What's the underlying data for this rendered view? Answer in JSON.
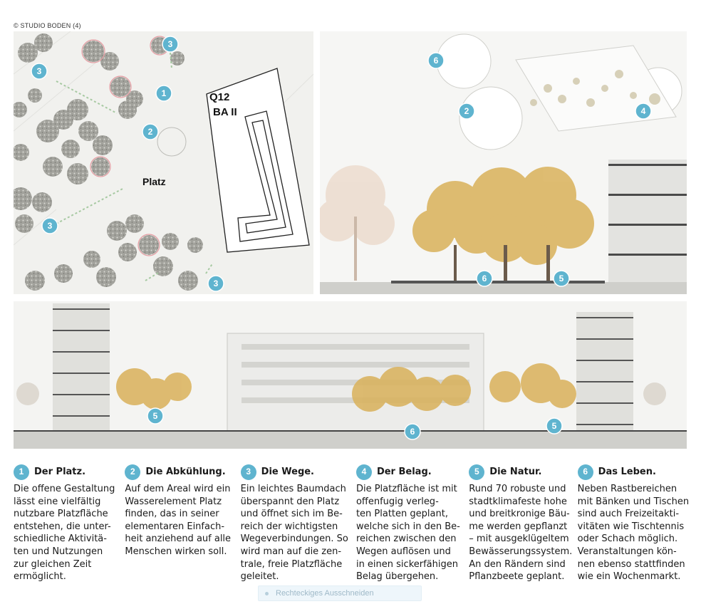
{
  "credit": "© STUDIO BODEN (4)",
  "plan": {
    "building_label_1": "Q12",
    "building_label_2": "BA II",
    "square_label": "Platz",
    "markers": [
      "3",
      "3",
      "1",
      "2",
      "3",
      "3"
    ]
  },
  "elevation": {
    "markers": [
      "6",
      "2",
      "4",
      "6",
      "5"
    ]
  },
  "section": {
    "markers": [
      "5",
      "6",
      "5"
    ]
  },
  "colors": {
    "accent": "#5fb4cf",
    "tree_gold": "#d9b15a",
    "tree_grey": "#8a8a84"
  },
  "columns": [
    {
      "num": "1",
      "title": "Der Platz.",
      "body": "Die offene Gestaltung\nlässt eine vielfältig\nnutzbare Platzfläche\nentstehen, die unter-\nschiedliche Aktivitä-\nten und Nutzungen\nzur gleichen Zeit\nermöglicht."
    },
    {
      "num": "2",
      "title": "Die Abkühlung.",
      "body": "Auf dem Areal wird ein\nWasserelement Platz\nfinden, das in seiner\nelementaren Einfach-\nheit anziehend auf alle\nMenschen wirken soll."
    },
    {
      "num": "3",
      "title": "Die Wege.",
      "body": "Ein leichtes Baumdach\nüberspannt den Platz\nund öffnet sich im Be-\nreich der wichtigsten\nWegeverbindungen. So\nwird man auf die zen-\ntrale, freie Platzfläche\ngeleitet."
    },
    {
      "num": "4",
      "title": "Der Belag.",
      "body": "Die Platzfläche ist mit\noffenfugig verleg-\nten Platten geplant,\nwelche sich in den Be-\nreichen zwischen den\nWegen auflösen und\nin einen sickerfähigen\nBelag übergehen."
    },
    {
      "num": "5",
      "title": "Die Natur.",
      "body": "Rund 70 robuste und\nstadtklimafeste hohe\nund breitkronige Bäu-\nme werden gepflanzt\n– mit ausgeklügeltem\nBewässerungssystem.\nAn den Rändern sind\nPflanzbeete geplant."
    },
    {
      "num": "6",
      "title": "Das Leben.",
      "body": "Neben Rastbereichen\nmit Bänken und Tischen\nsind auch Freizeitakti-\nvitäten wie Tischtennis\noder Schach möglich.\nVeranstaltungen kön-\nnen ebenso stattfinden\nwie ein Wochenmarkt."
    }
  ],
  "tooltip": "Rechteckiges Ausschneiden"
}
